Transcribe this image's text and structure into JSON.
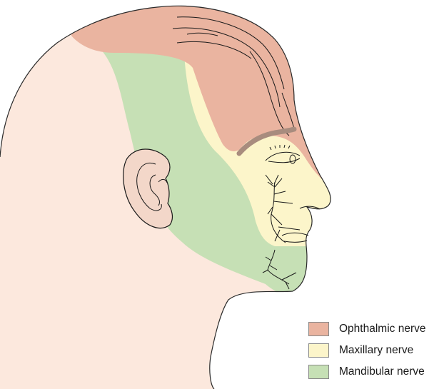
{
  "colors": {
    "ophthalmic": "#eab4a0",
    "maxillary": "#fcf5ca",
    "mandibular": "#c6e0b5",
    "skin": "#fce8dd",
    "outline": "#1a1a1a",
    "eyebrow": "#a88c7e",
    "ear": "#f3d7c9"
  },
  "legend": {
    "items": [
      {
        "key": "ophthalmic",
        "label": "Ophthalmic nerve",
        "color": "#eab4a0"
      },
      {
        "key": "maxillary",
        "label": "Maxillary nerve",
        "color": "#fcf5ca"
      },
      {
        "key": "mandibular",
        "label": "Mandibular nerve",
        "color": "#c6e0b5"
      }
    ]
  }
}
